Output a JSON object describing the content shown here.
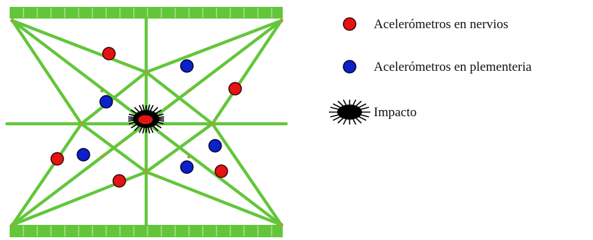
{
  "colors": {
    "green": "#63c63a",
    "red_sensor": "#e31414",
    "blue_sensor": "#0a22c8",
    "impact": "#000000"
  },
  "legend": {
    "ribs_label": "Acelerómetros en nervios",
    "webs_label": "Acelerómetros en plementeria",
    "impact_label": "Impacto"
  },
  "icons": {
    "ribs": "red-dot",
    "webs": "blue-dot",
    "impact": "starburst"
  }
}
